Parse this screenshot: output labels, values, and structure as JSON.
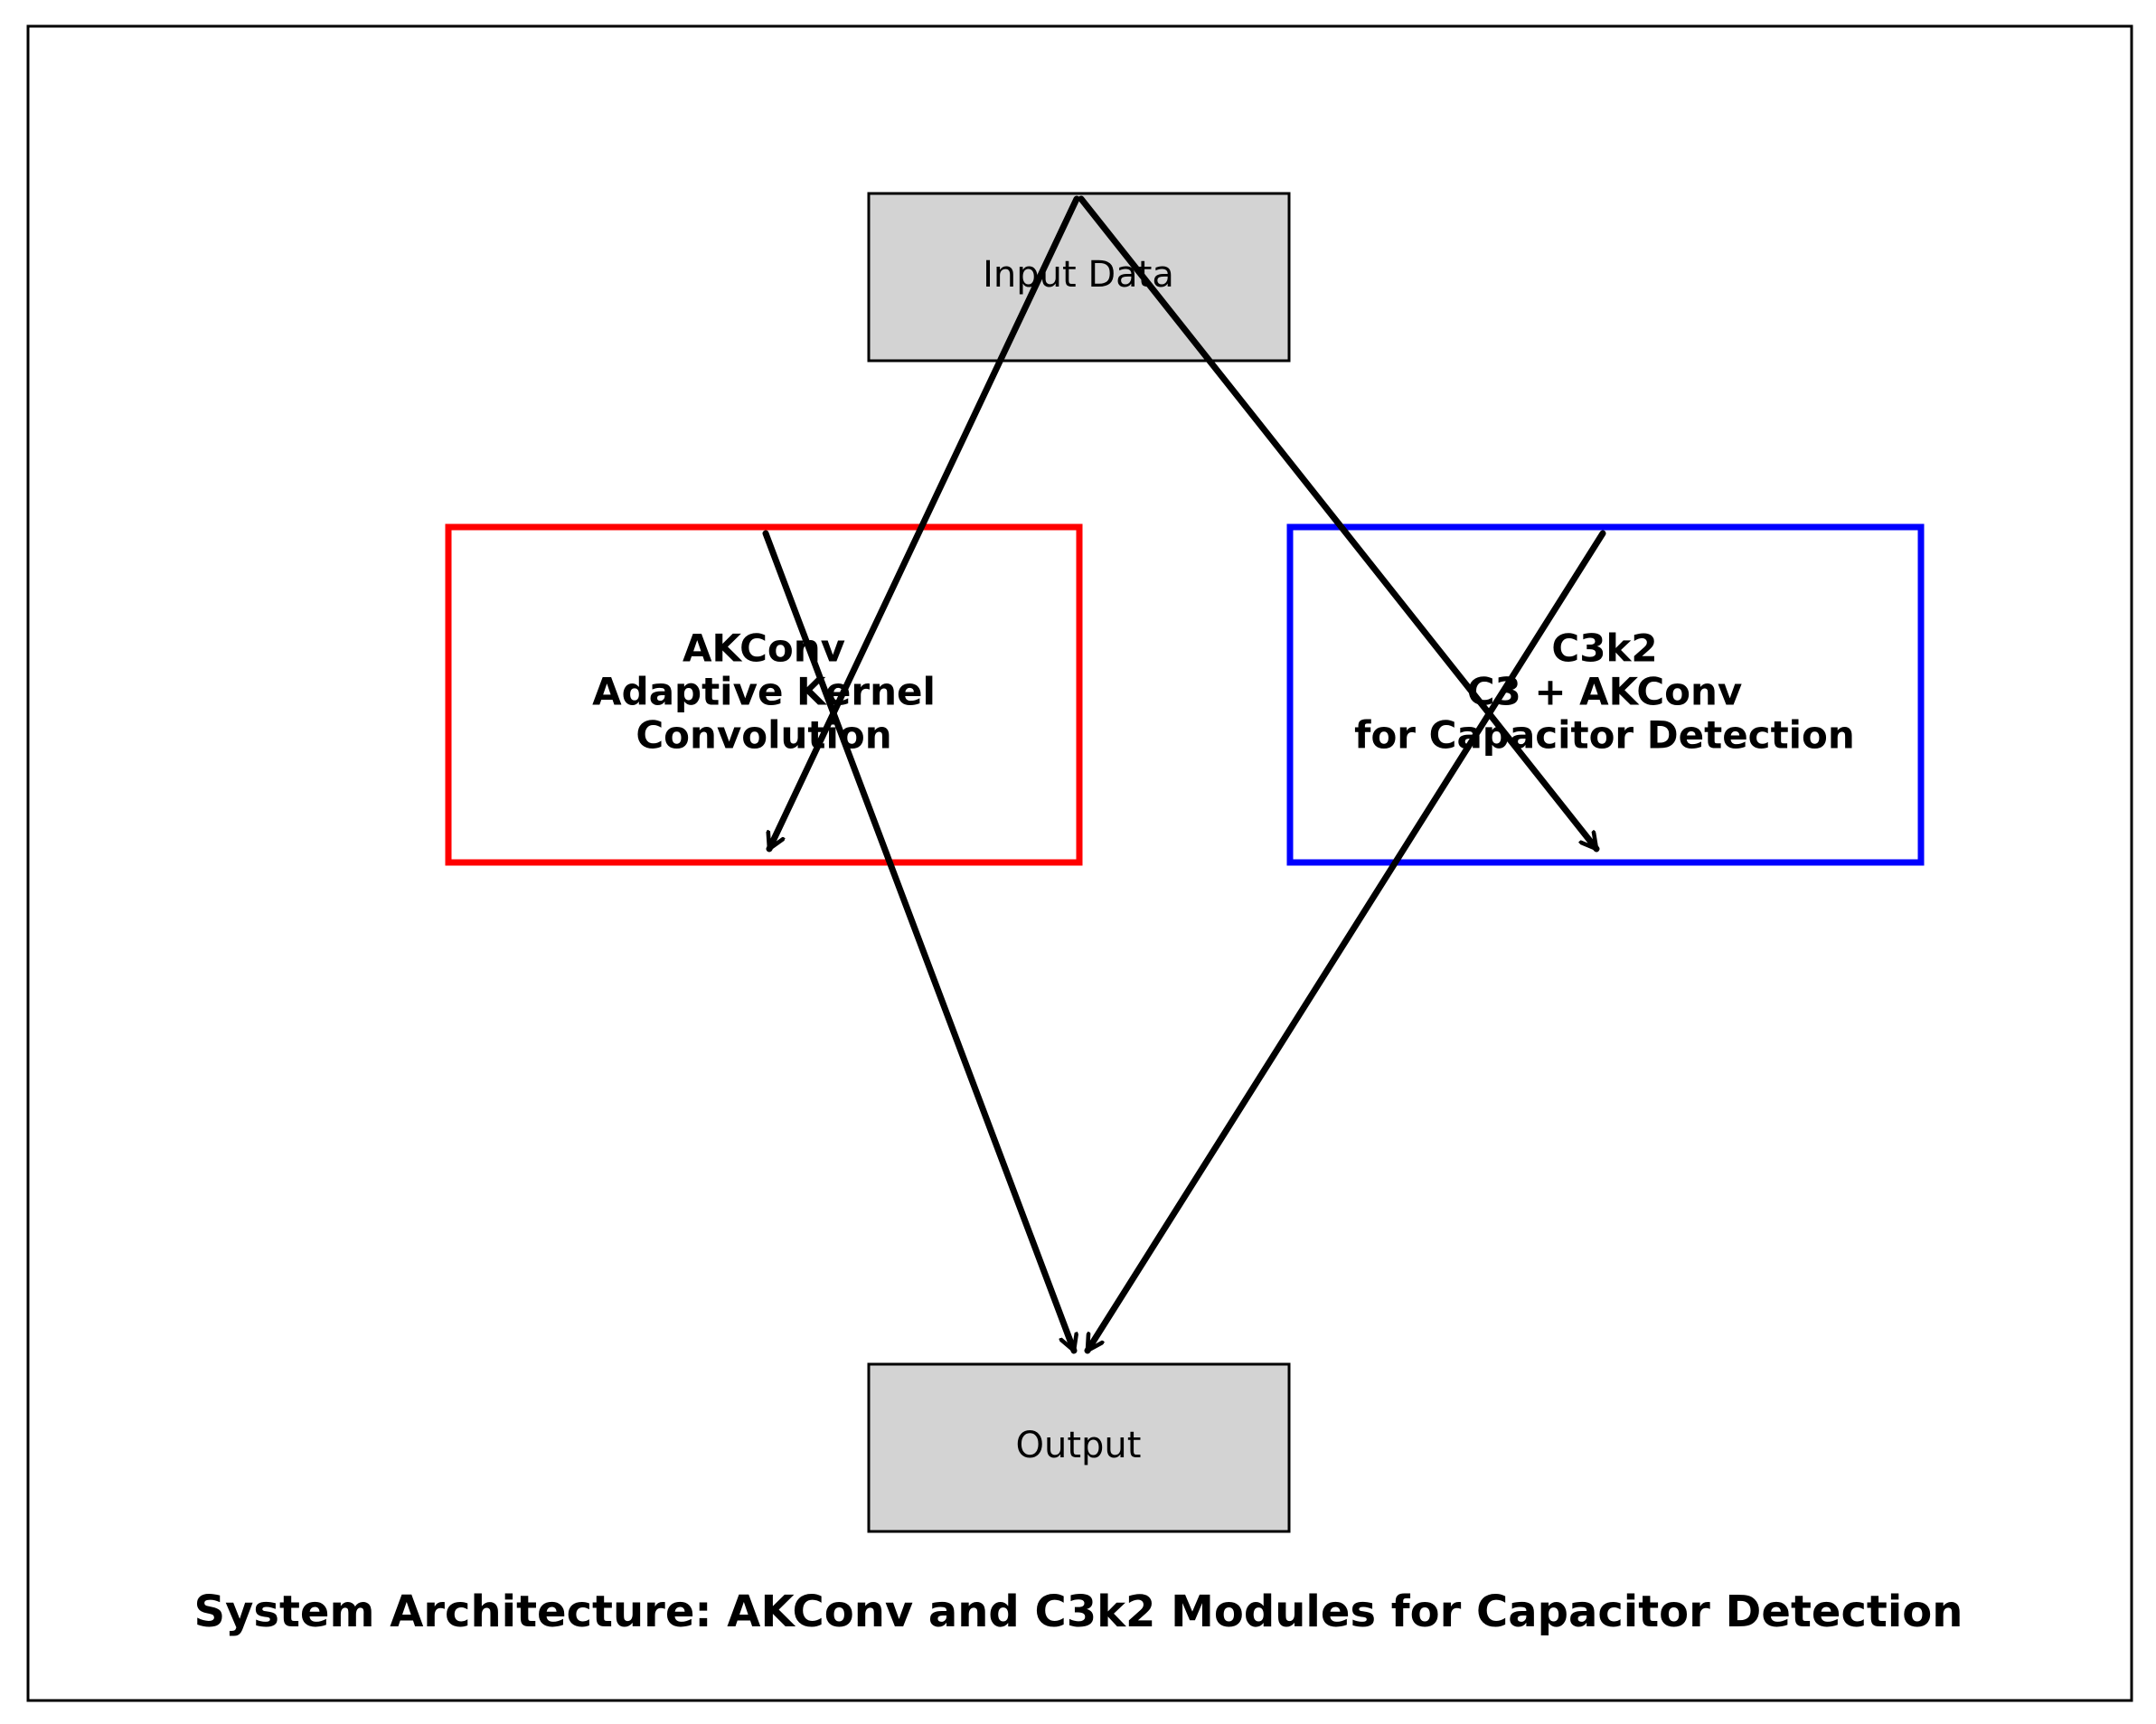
{
  "title": "System Architecture: AKConv and C3k2 Modules for Capacitor Detection",
  "nodes": {
    "input": {
      "label": "Input Data",
      "fill": "#d3d3d3",
      "stroke": "#000000"
    },
    "akconv": {
      "lines": [
        "AKConv",
        "Adaptive Kernel",
        "Convolution"
      ],
      "stroke": "#ff0000"
    },
    "c3k2": {
      "lines": [
        "C3k2",
        "C3 + AKConv",
        "for Capacitor Detection"
      ],
      "stroke": "#0000ff"
    },
    "output": {
      "label": "Output",
      "fill": "#d3d3d3",
      "stroke": "#000000"
    }
  },
  "edges": [
    {
      "from": "Input Data",
      "to": "AKConv"
    },
    {
      "from": "Input Data",
      "to": "C3k2"
    },
    {
      "from": "AKConv",
      "to": "Output"
    },
    {
      "from": "C3k2",
      "to": "Output"
    }
  ],
  "colors": {
    "arrow": "#000000",
    "frame": "#000000",
    "background": "#ffffff"
  }
}
